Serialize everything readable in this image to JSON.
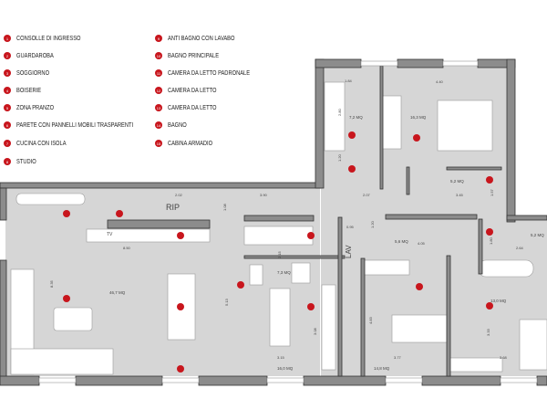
{
  "legend": [
    {
      "n": "1",
      "label": "CONSOLLE DI INGRESSO"
    },
    {
      "n": "2",
      "label": "GUARDAROBA"
    },
    {
      "n": "3",
      "label": "SOGGIORNO"
    },
    {
      "n": "4",
      "label": "BOISERIE"
    },
    {
      "n": "5",
      "label": "ZONA PRANZO"
    },
    {
      "n": "6",
      "label": "PARETE  CON PANNELLI MOBILI TRASPARENTI"
    },
    {
      "n": "7",
      "label": "CUCINA CON ISOLA"
    },
    {
      "n": "8",
      "label": "STUDIO"
    },
    {
      "n": "9",
      "label": "ANTI BAGNO CON LAVABO"
    },
    {
      "n": "10",
      "label": "BAGNO PRINCIPALE"
    },
    {
      "n": "11",
      "label": "CAMERA DA LETTO PADRONALE"
    },
    {
      "n": "12",
      "label": "CAMERA DA LETTO"
    },
    {
      "n": "13",
      "label": "CAMERA DA LETTO"
    },
    {
      "n": "14",
      "label": "BAGNO"
    },
    {
      "n": "15",
      "label": "CABINA ARMADIO"
    }
  ],
  "colors": {
    "marker": "#c8161d",
    "floor": "#d6d6d6",
    "wall": "#8c8c8c"
  },
  "plan": {
    "markers": [
      "1",
      "2",
      "4",
      "3",
      "5",
      "6",
      "4",
      "8",
      "7",
      "9",
      "10",
      "11",
      "15",
      "14",
      "12",
      "13"
    ],
    "areas": [
      "46,7 MQ",
      "7,2 MQ",
      "16,3 MQ",
      "5,2 MQ",
      "5,6 MQ",
      "7,3 MQ",
      "16,0 MQ",
      "14,8 MQ",
      "13,0 MQ",
      "5,2 MQ"
    ],
    "dims": [
      "1.84",
      "4.40",
      "2.80",
      "1.20",
      "2.07",
      "3.45",
      "1.57",
      "2.02",
      "3.90",
      "1.08",
      "8.50",
      "8.35",
      "5.13",
      "2.15",
      "0.95",
      "1.20",
      "4.05",
      "1.80",
      "2.64",
      "3.08",
      "4.83",
      "3.15",
      "3.77",
      "3.33",
      "3.68"
    ],
    "tv": "TV",
    "rip": "RIP",
    "lav": "LAV"
  }
}
